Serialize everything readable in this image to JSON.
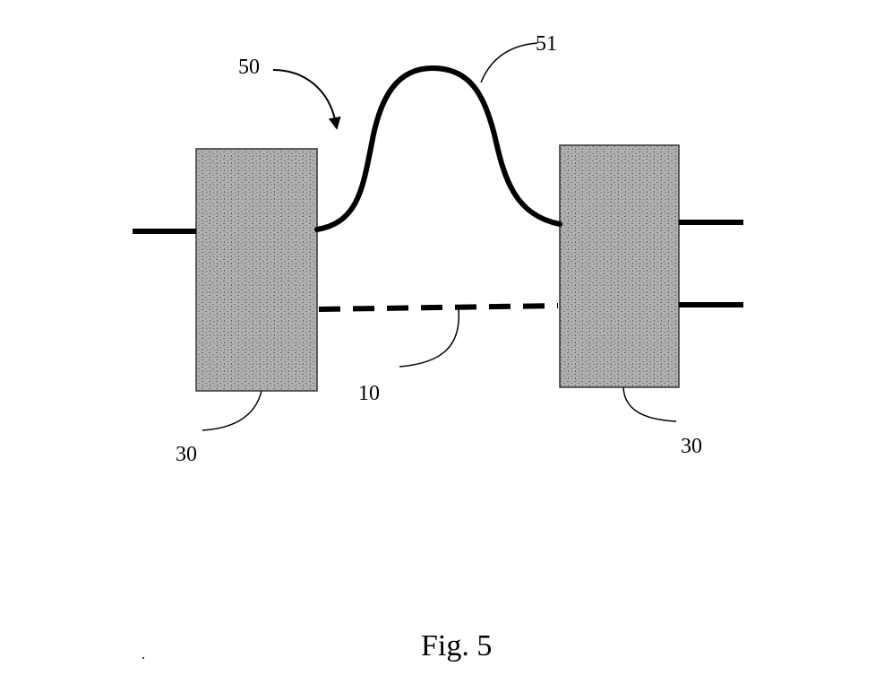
{
  "figure": {
    "caption": "Fig. 5"
  },
  "labels": {
    "assembly": "50",
    "loop_fiber": "51",
    "straight_fiber": "10",
    "left_block": "30",
    "right_block": "30"
  },
  "colors": {
    "ink": "#000000",
    "block_fill": "#a9a9a9",
    "block_texture": "#5a5a5a",
    "background": "#ffffff"
  }
}
